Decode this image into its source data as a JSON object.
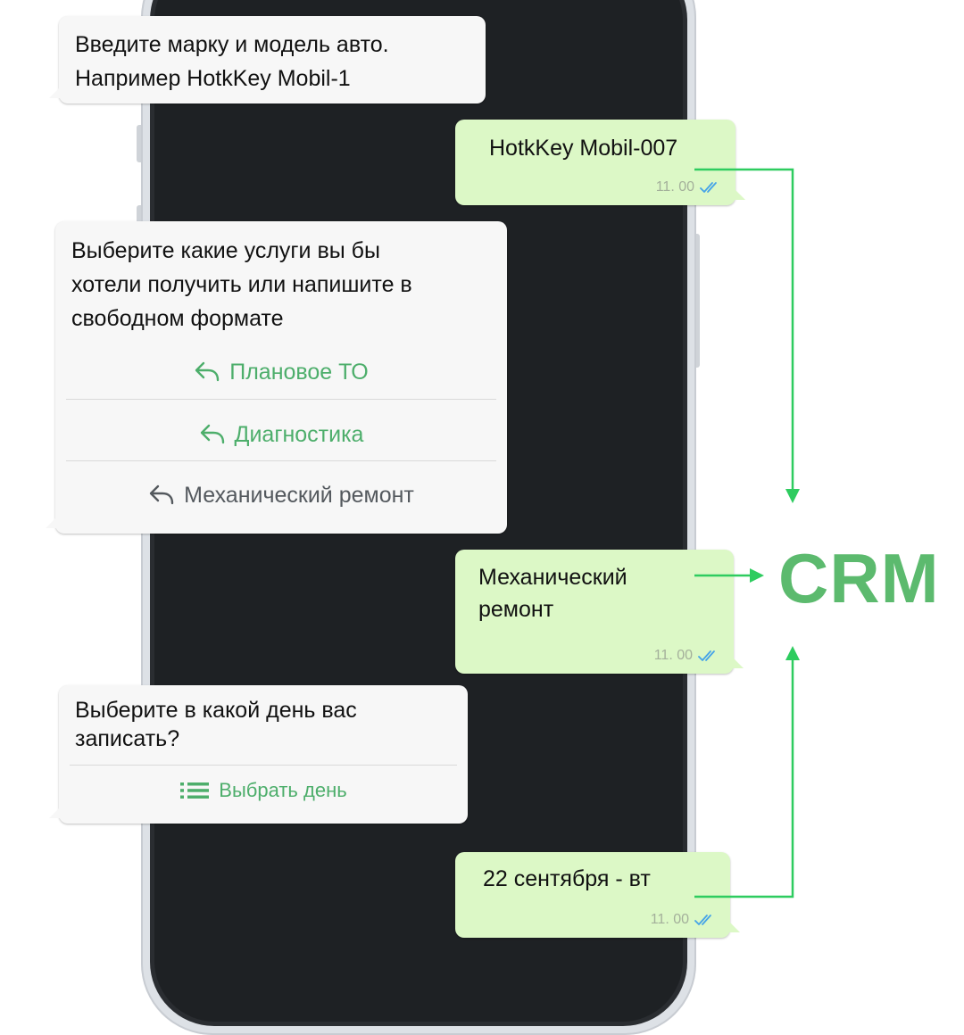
{
  "messages": {
    "m1": {
      "text": "Введите марку и модель авто.\nНапример HotkKey Mobil-1"
    },
    "m2": {
      "text": "HotkKey Mobil-007",
      "time": "11. 00"
    },
    "m3": {
      "text": "Выберите какие услуги вы бы\nхотели получить или напишите в\nсвободном формате",
      "options": [
        "Плановое ТО",
        "Диагностика",
        "Механический ремонт"
      ]
    },
    "m4": {
      "text": "Механический\nремонт",
      "time": "11. 00"
    },
    "m5": {
      "text": "Выберите в какой день вас\nзаписать?",
      "button": "Выбрать день"
    },
    "m6": {
      "text": "22 сентября - вт",
      "time": "11. 00"
    }
  },
  "crm": {
    "label": "CRM"
  },
  "colors": {
    "incoming_bubble": "#f7f7f7",
    "outgoing_bubble": "#dcf8c6",
    "accent_green": "#4dae6b",
    "arrow_green": "#2ecc5f",
    "read_ticks": "#45a3e8",
    "crm_text": "#5cba6e"
  },
  "icons": {
    "quick_reply": "reply-arrow-icon",
    "list": "list-icon",
    "read_receipt": "double-check-icon"
  }
}
